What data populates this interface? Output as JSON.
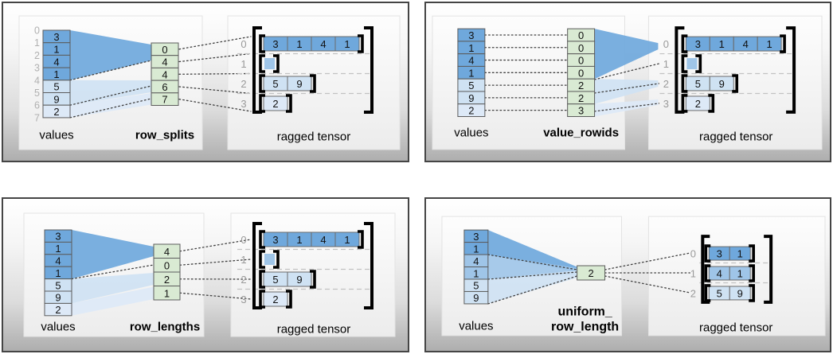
{
  "figure_label": "ragged tensor construction diagrams",
  "colors": {
    "dark_blue": "#6fa8dc",
    "medium_blue": "#9fc5e8",
    "light_blue": "#cfe2f3",
    "xlight_blue": "#dde9f7",
    "green": "#d9ead3",
    "cell_border": "#5c5c5c",
    "bracket": "#000000",
    "index_text": "#b0b0b0",
    "row_index_text": "#9a9a9a",
    "dashed_line": "#c2c2c2",
    "dotted_line": "#3f3f3f",
    "label_text": "#000000"
  },
  "panels": [
    {
      "id": "row_splits",
      "values_label": "values",
      "method_label": [
        "row_splits"
      ],
      "ragged_label": "ragged tensor",
      "edge_indices": [
        "0",
        "1",
        "2",
        "3",
        "4",
        "5",
        "6",
        "7"
      ],
      "values": [
        {
          "v": "3",
          "shade": "dark_blue"
        },
        {
          "v": "1",
          "shade": "dark_blue"
        },
        {
          "v": "4",
          "shade": "dark_blue"
        },
        {
          "v": "1",
          "shade": "dark_blue"
        },
        {
          "v": "5",
          "shade": "light_blue"
        },
        {
          "v": "9",
          "shade": "light_blue"
        },
        {
          "v": "2",
          "shade": "xlight_blue"
        }
      ],
      "method_values": [
        "0",
        "4",
        "4",
        "6",
        "7"
      ],
      "ragged_rows": [
        {
          "index": "0",
          "cells": [
            {
              "v": "3",
              "shade": "dark_blue"
            },
            {
              "v": "1",
              "shade": "dark_blue"
            },
            {
              "v": "4",
              "shade": "dark_blue"
            },
            {
              "v": "1",
              "shade": "dark_blue"
            }
          ]
        },
        {
          "index": "1",
          "cells": []
        },
        {
          "index": "2",
          "cells": [
            {
              "v": "5",
              "shade": "light_blue"
            },
            {
              "v": "9",
              "shade": "light_blue"
            }
          ]
        },
        {
          "index": "3",
          "cells": [
            {
              "v": "2",
              "shade": "xlight_blue"
            }
          ]
        }
      ]
    },
    {
      "id": "value_rowids",
      "values_label": "values",
      "method_label": [
        "value_rowids"
      ],
      "ragged_label": "ragged tensor",
      "edge_indices": [],
      "values": [
        {
          "v": "3",
          "shade": "dark_blue"
        },
        {
          "v": "1",
          "shade": "dark_blue"
        },
        {
          "v": "4",
          "shade": "dark_blue"
        },
        {
          "v": "1",
          "shade": "dark_blue"
        },
        {
          "v": "5",
          "shade": "light_blue"
        },
        {
          "v": "9",
          "shade": "light_blue"
        },
        {
          "v": "2",
          "shade": "xlight_blue"
        }
      ],
      "method_values": [
        "0",
        "0",
        "0",
        "0",
        "2",
        "2",
        "3"
      ],
      "ragged_rows": [
        {
          "index": "0",
          "cells": [
            {
              "v": "3",
              "shade": "dark_blue"
            },
            {
              "v": "1",
              "shade": "dark_blue"
            },
            {
              "v": "4",
              "shade": "dark_blue"
            },
            {
              "v": "1",
              "shade": "dark_blue"
            }
          ]
        },
        {
          "index": "1",
          "cells": []
        },
        {
          "index": "2",
          "cells": [
            {
              "v": "5",
              "shade": "light_blue"
            },
            {
              "v": "9",
              "shade": "light_blue"
            }
          ]
        },
        {
          "index": "3",
          "cells": [
            {
              "v": "2",
              "shade": "xlight_blue"
            }
          ]
        }
      ]
    },
    {
      "id": "row_lengths",
      "values_label": "values",
      "method_label": [
        "row_lengths"
      ],
      "ragged_label": "ragged tensor",
      "edge_indices": [],
      "values": [
        {
          "v": "3",
          "shade": "dark_blue"
        },
        {
          "v": "1",
          "shade": "dark_blue"
        },
        {
          "v": "4",
          "shade": "dark_blue"
        },
        {
          "v": "1",
          "shade": "dark_blue"
        },
        {
          "v": "5",
          "shade": "light_blue"
        },
        {
          "v": "9",
          "shade": "light_blue"
        },
        {
          "v": "2",
          "shade": "xlight_blue"
        }
      ],
      "method_values": [
        "4",
        "0",
        "2",
        "1"
      ],
      "ragged_rows": [
        {
          "index": "0",
          "cells": [
            {
              "v": "3",
              "shade": "dark_blue"
            },
            {
              "v": "1",
              "shade": "dark_blue"
            },
            {
              "v": "4",
              "shade": "dark_blue"
            },
            {
              "v": "1",
              "shade": "dark_blue"
            }
          ]
        },
        {
          "index": "1",
          "cells": []
        },
        {
          "index": "2",
          "cells": [
            {
              "v": "5",
              "shade": "light_blue"
            },
            {
              "v": "9",
              "shade": "light_blue"
            }
          ]
        },
        {
          "index": "3",
          "cells": [
            {
              "v": "2",
              "shade": "xlight_blue"
            }
          ]
        }
      ]
    },
    {
      "id": "uniform_row_length",
      "values_label": "values",
      "method_label": [
        "uniform_",
        "row_length"
      ],
      "ragged_label": "ragged tensor",
      "edge_indices": [],
      "values": [
        {
          "v": "3",
          "shade": "dark_blue"
        },
        {
          "v": "1",
          "shade": "dark_blue"
        },
        {
          "v": "4",
          "shade": "medium_blue"
        },
        {
          "v": "1",
          "shade": "medium_blue"
        },
        {
          "v": "5",
          "shade": "light_blue"
        },
        {
          "v": "9",
          "shade": "light_blue"
        }
      ],
      "method_values": [
        "2"
      ],
      "ragged_rows": [
        {
          "index": "0",
          "cells": [
            {
              "v": "3",
              "shade": "dark_blue"
            },
            {
              "v": "1",
              "shade": "dark_blue"
            }
          ]
        },
        {
          "index": "1",
          "cells": [
            {
              "v": "4",
              "shade": "medium_blue"
            },
            {
              "v": "1",
              "shade": "medium_blue"
            }
          ]
        },
        {
          "index": "2",
          "cells": [
            {
              "v": "5",
              "shade": "light_blue"
            },
            {
              "v": "9",
              "shade": "light_blue"
            }
          ]
        }
      ]
    }
  ]
}
